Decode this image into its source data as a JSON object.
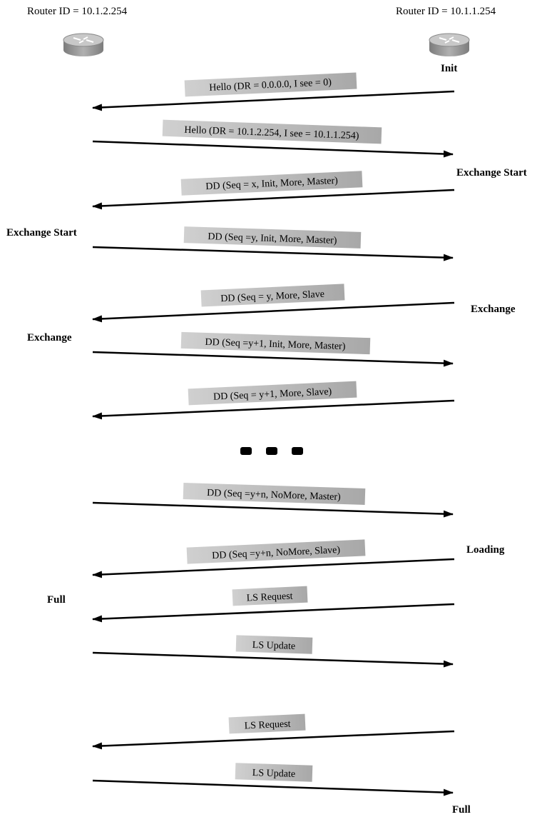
{
  "routers": {
    "left": {
      "id_label": "Router ID = 10.1.2.254"
    },
    "right": {
      "id_label": "Router ID = 10.1.1.254"
    }
  },
  "messages": [
    {
      "label": "Hello (DR = 0.0.0.0, I see = 0)",
      "direction": "right-to-left"
    },
    {
      "label": "Hello (DR = 10.1.2.254, I see = 10.1.1.254)",
      "direction": "left-to-right"
    },
    {
      "label": "DD (Seq = x, Init, More, Master)",
      "direction": "right-to-left"
    },
    {
      "label": "DD (Seq =y, Init, More, Master)",
      "direction": "left-to-right"
    },
    {
      "label": "DD (Seq = y, More, Slave",
      "direction": "right-to-left"
    },
    {
      "label": "DD (Seq =y+1, Init, More, Master)",
      "direction": "left-to-right"
    },
    {
      "label": "DD (Seq = y+1, More, Slave)",
      "direction": "right-to-left"
    },
    {
      "label": "DD (Seq =y+n, NoMore, Master)",
      "direction": "left-to-right"
    },
    {
      "label": "DD (Seq =y+n, NoMore, Slave)",
      "direction": "right-to-left"
    },
    {
      "label": "LS Request",
      "direction": "right-to-left"
    },
    {
      "label": "LS Update",
      "direction": "left-to-right"
    },
    {
      "label": "LS Request",
      "direction": "right-to-left"
    },
    {
      "label": "LS Update",
      "direction": "left-to-right"
    }
  ],
  "states": {
    "right": [
      "Init",
      "Exchange Start",
      "Exchange",
      "Loading",
      "Full"
    ],
    "left": [
      "Exchange Start",
      "Exchange",
      "Full"
    ]
  },
  "colors": {
    "label_bg": "#c4c4c4",
    "label_bg_dark": "#9a9a9a",
    "arrow": "#000000",
    "router_body": "#9c9c9c"
  }
}
